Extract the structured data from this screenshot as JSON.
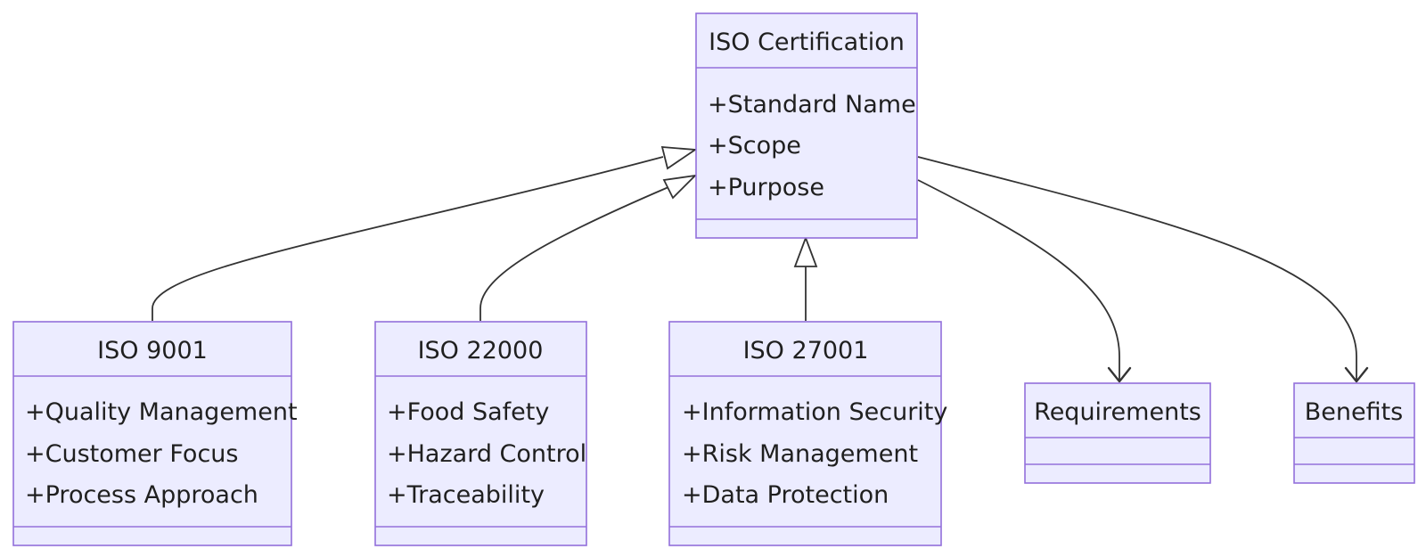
{
  "diagram": {
    "type": "class-diagram",
    "classes": [
      {
        "id": "iso-cert",
        "name": "ISO Certification",
        "attributes": [
          "+Standard Name",
          "+Scope",
          "+Purpose"
        ]
      },
      {
        "id": "iso-9001",
        "name": "ISO 9001",
        "attributes": [
          "+Quality Management",
          "+Customer Focus",
          "+Process Approach"
        ]
      },
      {
        "id": "iso-22000",
        "name": "ISO 22000",
        "attributes": [
          "+Food Safety",
          "+Hazard Control",
          "+Traceability"
        ]
      },
      {
        "id": "iso-27001",
        "name": "ISO 27001",
        "attributes": [
          "+Information Security",
          "+Risk Management",
          "+Data Protection"
        ]
      },
      {
        "id": "requirements",
        "name": "Requirements",
        "attributes": []
      },
      {
        "id": "benefits",
        "name": "Benefits",
        "attributes": []
      }
    ],
    "relations": [
      {
        "from": "iso-9001",
        "to": "iso-cert",
        "kind": "inheritance"
      },
      {
        "from": "iso-22000",
        "to": "iso-cert",
        "kind": "inheritance"
      },
      {
        "from": "iso-27001",
        "to": "iso-cert",
        "kind": "inheritance"
      },
      {
        "from": "iso-cert",
        "to": "requirements",
        "kind": "association"
      },
      {
        "from": "iso-cert",
        "to": "benefits",
        "kind": "association"
      }
    ],
    "colors": {
      "box_fill": "#ececff",
      "box_stroke": "#9370db",
      "edge": "#333333",
      "text": "#1f1f1f"
    }
  }
}
